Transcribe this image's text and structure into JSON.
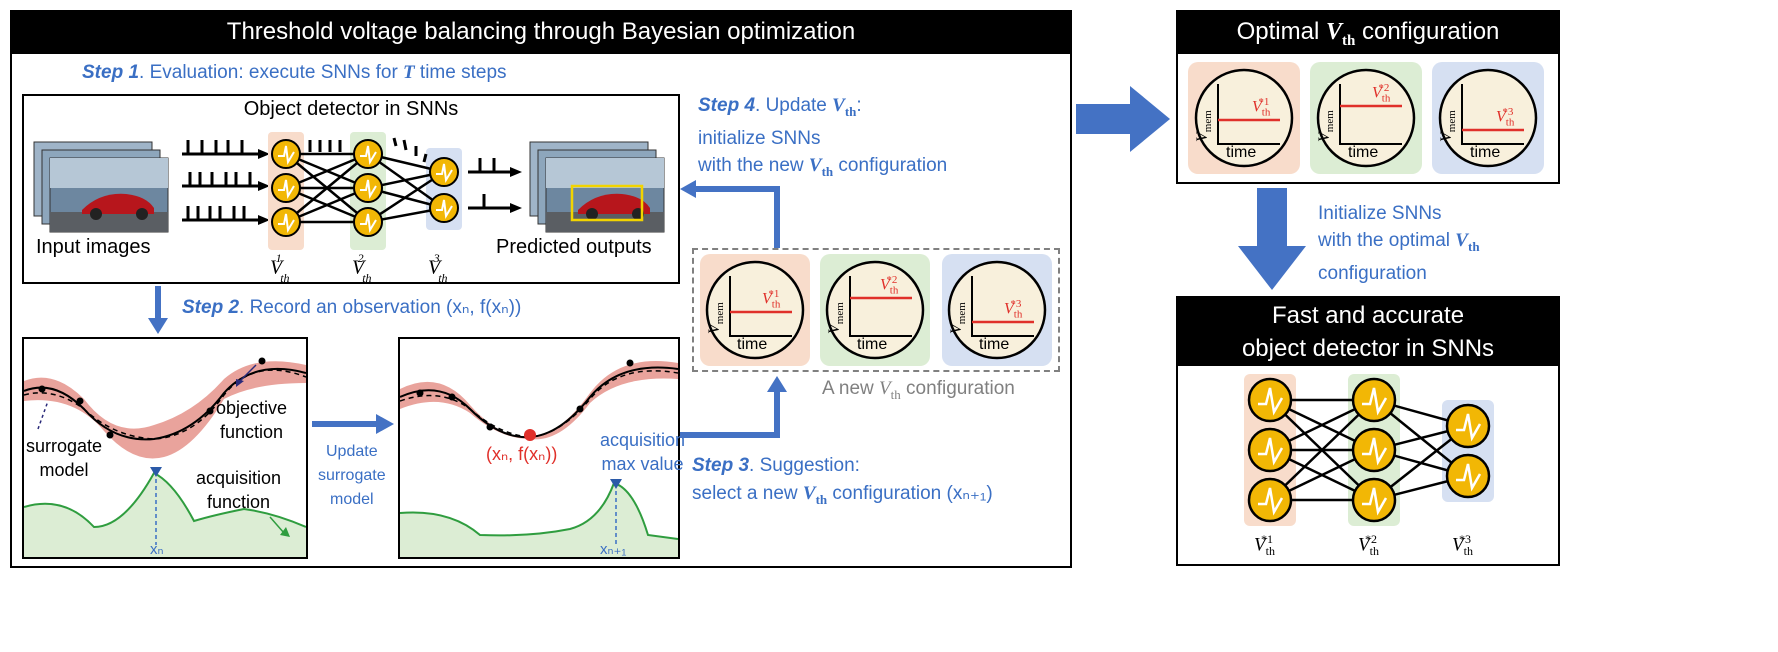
{
  "main_title": "Threshold voltage balancing through Bayesian optimization",
  "step1": {
    "label": "Step 1",
    "text": ". Evaluation: execute SNNs for ",
    "var": "T",
    "tail": " time steps"
  },
  "detector": {
    "title": "Object detector in SNNs",
    "input_label": "Input images",
    "output_label": "Predicted outputs",
    "layer_labels": [
      {
        "base": "V",
        "sub": "th",
        "sup": "1"
      },
      {
        "base": "V",
        "sub": "th",
        "sup": "2"
      },
      {
        "base": "V",
        "sub": "th",
        "sup": "3"
      }
    ]
  },
  "step2": {
    "label": "Step 2",
    "text": ". Record an observation (xₙ, f(xₙ))"
  },
  "step3": {
    "label": "Step 3",
    "text": ". Suggestion:",
    "line2a": "select a new ",
    "var": "V",
    "sub": "th",
    "line2b": " configuration (xₙ₊₁)"
  },
  "step4": {
    "label": "Step 4",
    "text": ". Update ",
    "var": "V",
    "sub": "th",
    "tail": ":",
    "line2": "initialize SNNs",
    "line3a": "with the new ",
    "line3b": " configuration"
  },
  "plot_left": {
    "objective_label": [
      "objective",
      "function"
    ],
    "surrogate_label": [
      "surrogate",
      "model"
    ],
    "acquisition_label": [
      "acquisition",
      "function"
    ],
    "x_label": "xₙ"
  },
  "update_label": [
    "Update",
    "surrogate",
    "model"
  ],
  "plot_right": {
    "point_label": "(xₙ, f(xₙ))",
    "acq_max_label": [
      "acquisition",
      "max value"
    ],
    "x_label": "xₙ₊₁"
  },
  "new_config": {
    "caption_a": "A new ",
    "caption_var": "V",
    "caption_sub": "th",
    "caption_b": " configuration"
  },
  "membrane": {
    "y_label": "mem",
    "y_base": "V",
    "x_label": "time",
    "th_base": "V",
    "th_sub": "th",
    "th_sups": [
      "*1",
      "*2",
      "*3"
    ]
  },
  "optimal": {
    "title_a": "Optimal ",
    "title_var": "V",
    "title_sub": "th",
    "title_b": " configuration"
  },
  "init_text": {
    "line1": "Initialize SNNs",
    "line2a": "with the optimal ",
    "var": "V",
    "sub": "th",
    "line3": "configuration"
  },
  "fast": {
    "title_line1": "Fast and accurate",
    "title_line2": "object detector in SNNs",
    "labels": [
      "*1",
      "*2",
      "*3"
    ]
  },
  "colors": {
    "blue": "#3a6fc4",
    "arrow_blue": "#4472c4",
    "red": "#e0302a",
    "peach": "#f8dccb",
    "mint": "#dcedd4",
    "lavender": "#d6e0f2",
    "neuron_yellow": "#f2b705",
    "shade_red": "#e9a39c",
    "acq_green": "#2f9d3f"
  }
}
